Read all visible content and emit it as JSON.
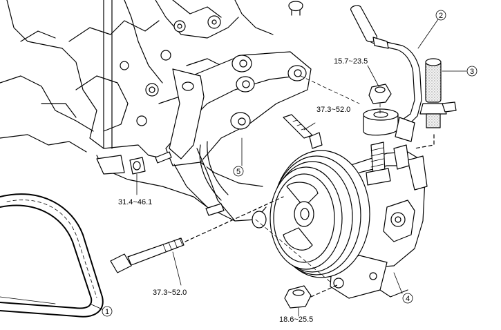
{
  "callouts": [
    {
      "id": "1",
      "text": "1"
    },
    {
      "id": "2",
      "text": "2"
    },
    {
      "id": "3",
      "text": "3"
    },
    {
      "id": "4",
      "text": "4"
    },
    {
      "id": "5",
      "text": "5"
    }
  ],
  "torque_labels": {
    "nut_top": "15.7~23.5",
    "bracket_bolt": "37.3~52.0",
    "left_bolt": "31.4~46.1",
    "long_bolt": "37.3~52.0",
    "bottom_nut": "18.6~25.5"
  }
}
